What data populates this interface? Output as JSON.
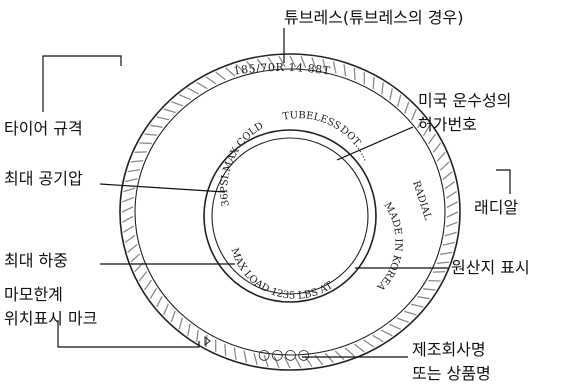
{
  "labels": {
    "tubeless_callout": "튜브레스(튜브레스의 경우)",
    "tire_spec": "타이어 규격",
    "dot_line1": "미국 운수성의",
    "dot_line2": "허가번호",
    "max_pressure": "최대 공기압",
    "radial_callout": "래디알",
    "max_load": "최대 하중",
    "origin": "원산지 표시",
    "wear_line1": "마모한계",
    "wear_line2": "위치표시 마크",
    "maker_line1": "제조회사명",
    "maker_line2": "또는 상품명"
  },
  "tire_markings": {
    "size": "185/70R 14 88T",
    "max_cold": "36PSI.MAX COLD",
    "tubeless": "TUBELESS",
    "dot": "DOT......",
    "radial": "RADIAL",
    "made_in": "MADE IN KOREA",
    "max_load": "MAX LOAD 1235 LBS AT",
    "maker_circles": "○○○○"
  }
}
